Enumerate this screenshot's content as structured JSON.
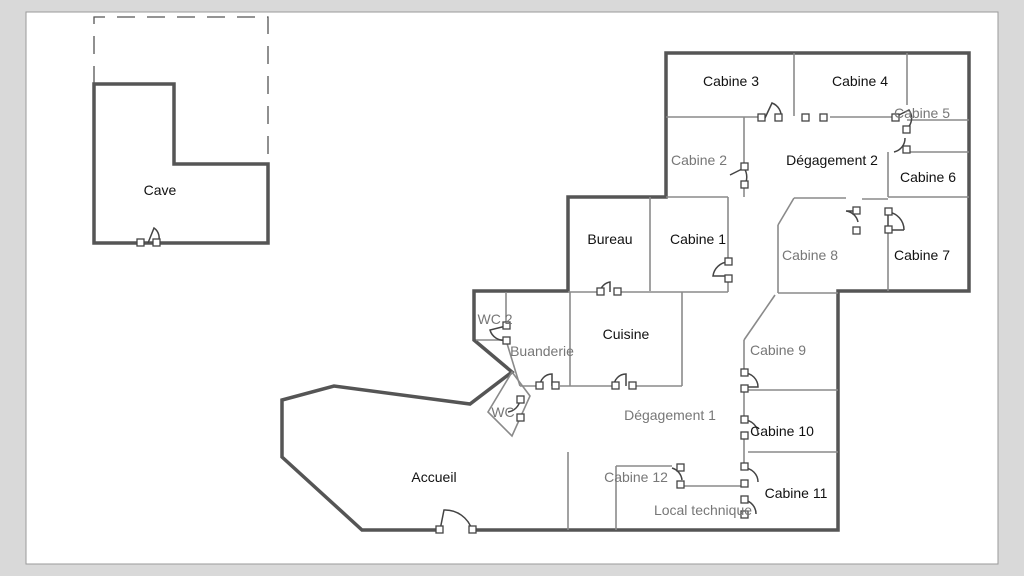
{
  "colors": {
    "wall": "#555555",
    "thin_wall": "#8a8a8a",
    "door": "#444444",
    "paper": "#ffffff",
    "background": "#d9d9d9",
    "label_dark": "#111111",
    "label_light": "#777777"
  },
  "rooms": {
    "cave": "Cave",
    "cabine_3": "Cabine 3",
    "cabine_4": "Cabine 4",
    "cabine_5": "Cabine 5",
    "cabine_2": "Cabine 2",
    "degagement_2": "Dégagement 2",
    "cabine_6": "Cabine 6",
    "bureau": "Bureau",
    "cabine_1": "Cabine 1",
    "cabine_8": "Cabine 8",
    "cabine_7": "Cabine 7",
    "wc_2": "WC 2",
    "cuisine": "Cuisine",
    "buanderie": "Buanderie",
    "cabine_9": "Cabine 9",
    "wc": "WC",
    "degagement_1": "Dégagement 1",
    "cabine_10": "Cabine 10",
    "accueil": "Accueil",
    "cabine_12": "Cabine 12",
    "cabine_11": "Cabine 11",
    "local_technique": "Local technique"
  }
}
